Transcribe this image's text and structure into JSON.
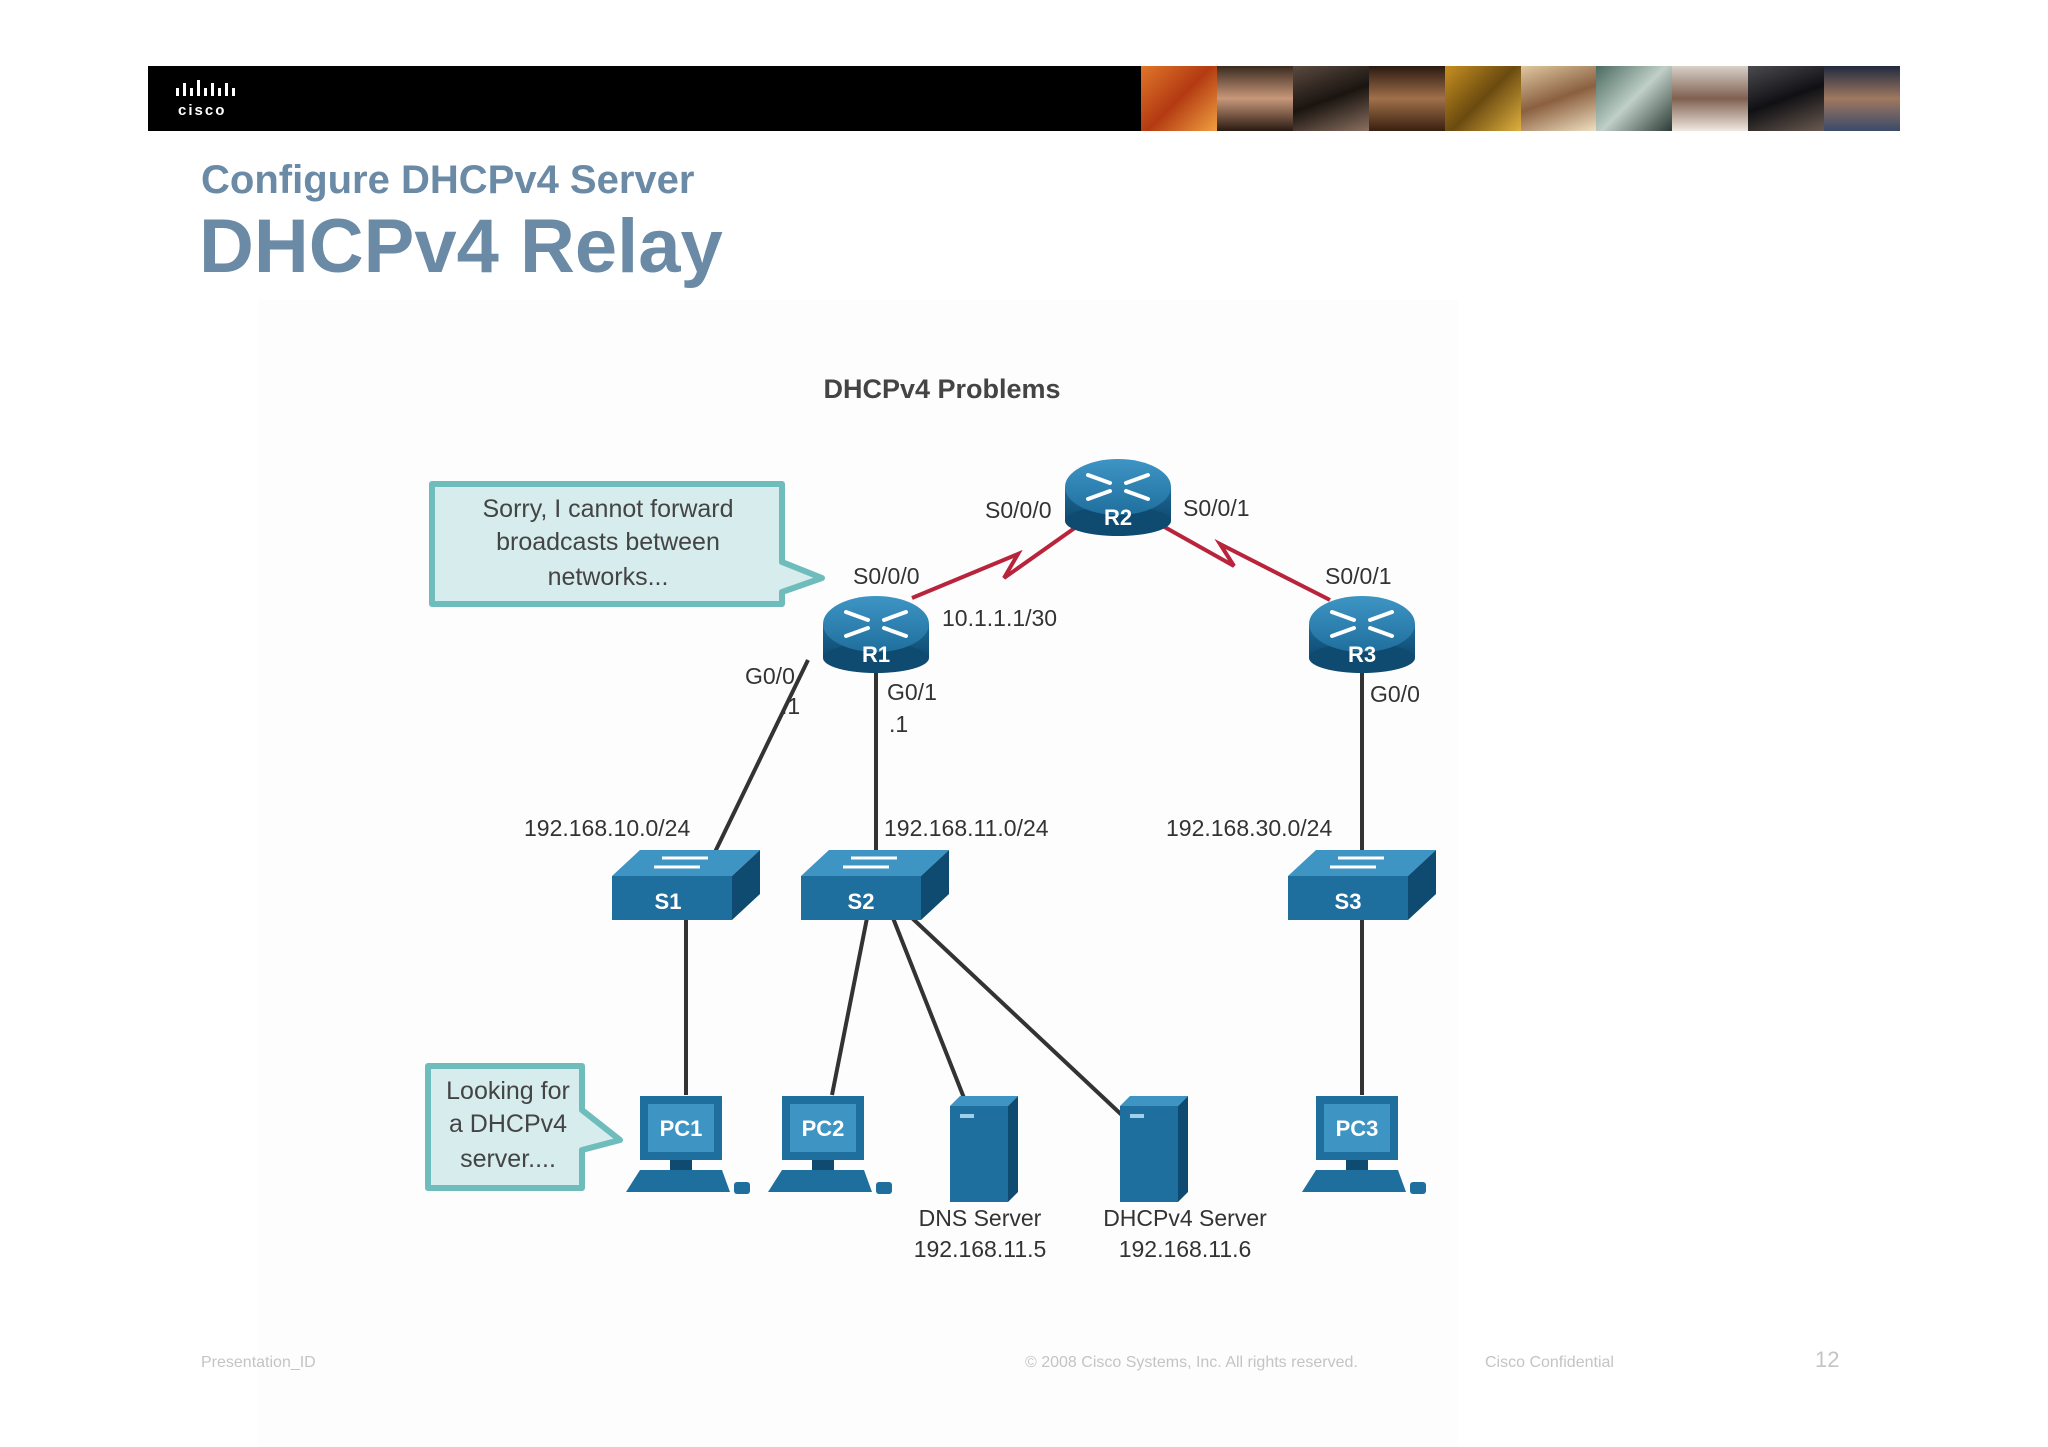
{
  "header": {
    "brand": "cisco",
    "subtitle": "Configure DHCPv4 Server",
    "title": "DHCPv4 Relay"
  },
  "diagram": {
    "title": "DHCPv4 Problems",
    "routers": {
      "r1": "R1",
      "r2": "R2",
      "r3": "R3"
    },
    "switches": {
      "s1": "S1",
      "s2": "S2",
      "s3": "S3"
    },
    "pcs": {
      "pc1": "PC1",
      "pc2": "PC2",
      "pc3": "PC3"
    },
    "servers": {
      "dns_name": "DNS Server",
      "dns_ip": "192.168.11.5",
      "dhcp_name": "DHCPv4 Server",
      "dhcp_ip": "192.168.11.6"
    },
    "interfaces": {
      "r2_s000": "S0/0/0",
      "r2_s001": "S0/0/1",
      "r1_s000": "S0/0/0",
      "r3_s001": "S0/0/1",
      "r1_serial_ip": "10.1.1.1/30",
      "r1_g00": "G0/0",
      "r1_g00_host": ".1",
      "r1_g01": "G0/1",
      "r1_g01_host": ".1",
      "r3_g00": "G0/0"
    },
    "networks": {
      "lan1": "192.168.10.0/24",
      "lan2": "192.168.11.0/24",
      "lan3": "192.168.30.0/24"
    },
    "callouts": {
      "router": [
        "Sorry, I cannot forward",
        "broadcasts between",
        "networks..."
      ],
      "pc": [
        "Looking for",
        "a DHCPv4",
        "server...."
      ]
    }
  },
  "footer": {
    "left": "Presentation_ID",
    "copyright": "© 2008 Cisco Systems, Inc. All rights  reserved.",
    "confidential": "Cisco Confidential",
    "page": "12"
  },
  "colors": {
    "title": "#6b8aa6",
    "device": "#1f6f9e",
    "callout_fill": "#d6eced",
    "callout_border": "#6fbcbd",
    "serial_link": "#b8243c"
  }
}
